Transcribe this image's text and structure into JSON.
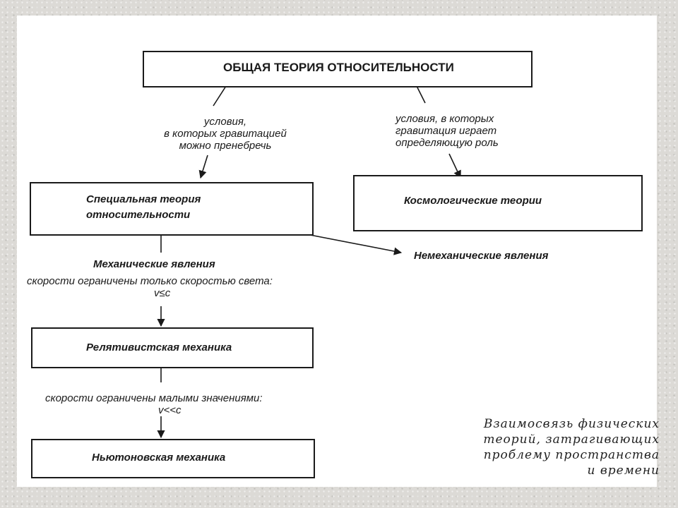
{
  "nodes": {
    "general_relativity": "ОБЩАЯ ТЕОРИЯ ОТНОСИТЕЛЬНОСТИ",
    "special_relativity": "Специальная теория относительности",
    "cosmological_theories": "Космологические теории",
    "relativistic_mechanics": "Релятивистская механика",
    "newtonian_mechanics": "Ньютоновская механика",
    "non_mechanical_phenomena": "Немеханические явления"
  },
  "edges": {
    "gravity_negligible": "условия,\nв которых гравитацией\nможно пренебречь",
    "gravity_decisive": "условия, в которых\nгравитация играет\nопределяющую роль",
    "mechanical_phenomena": "Механические явления",
    "speed_limited_by_light": "скорости ограничены только скоростью света:\nv≤c",
    "speed_limited_small": "скорости ограничены малыми значениями:\nv<<c"
  },
  "caption": "Взаимосвязь физических\nтеорий, затрагивающих\nпроблему пространства\nи времени"
}
